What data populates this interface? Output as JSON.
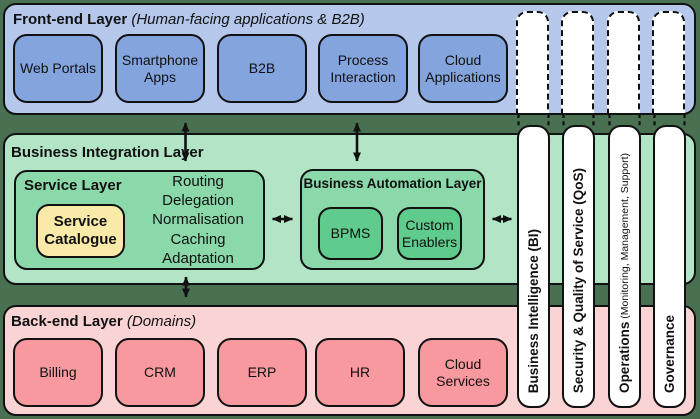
{
  "diagram": {
    "frontend": {
      "title": "Front-end Layer",
      "subtitle": "(Human-facing applications & B2B)",
      "boxes": [
        "Web Portals",
        "Smartphone Apps",
        "B2B",
        "Process Interaction",
        "Cloud Applications"
      ]
    },
    "integration": {
      "title": "Business Integration Layer",
      "service_layer": {
        "title": "Service Layer",
        "catalogue": "Service Catalogue",
        "functions": [
          "Routing",
          "Delegation",
          "Normalisation",
          "Caching",
          "Adaptation"
        ]
      },
      "automation": {
        "title": "Business Automation Layer",
        "boxes": [
          "BPMS",
          "Custom Enablers"
        ]
      }
    },
    "backend": {
      "title": "Back-end Layer",
      "subtitle": "(Domains)",
      "boxes": [
        "Billing",
        "CRM",
        "ERP",
        "HR",
        "Cloud Services"
      ]
    },
    "pillars": [
      {
        "bold": "Business Intelligence (BI)",
        "rest": ""
      },
      {
        "bold": "Security & Quality of Service (QoS)",
        "rest": ""
      },
      {
        "bold": "Operations",
        "rest": " (Monitoring, Management, Support)"
      },
      {
        "bold": "Governance",
        "rest": ""
      }
    ],
    "colors": {
      "background": "#4a7052",
      "frontend_layer": "#b5c7ea",
      "frontend_box": "#84a4de",
      "integration_layer": "#b2e5c6",
      "sublayer_box": "#8bd8aa",
      "automation_box": "#5fcb8c",
      "catalogue_box": "#f9eaa9",
      "backend_layer": "#fad3d5",
      "backend_box": "#f8999f",
      "pillar_fill": "#ffffff",
      "line": "#111111"
    }
  }
}
